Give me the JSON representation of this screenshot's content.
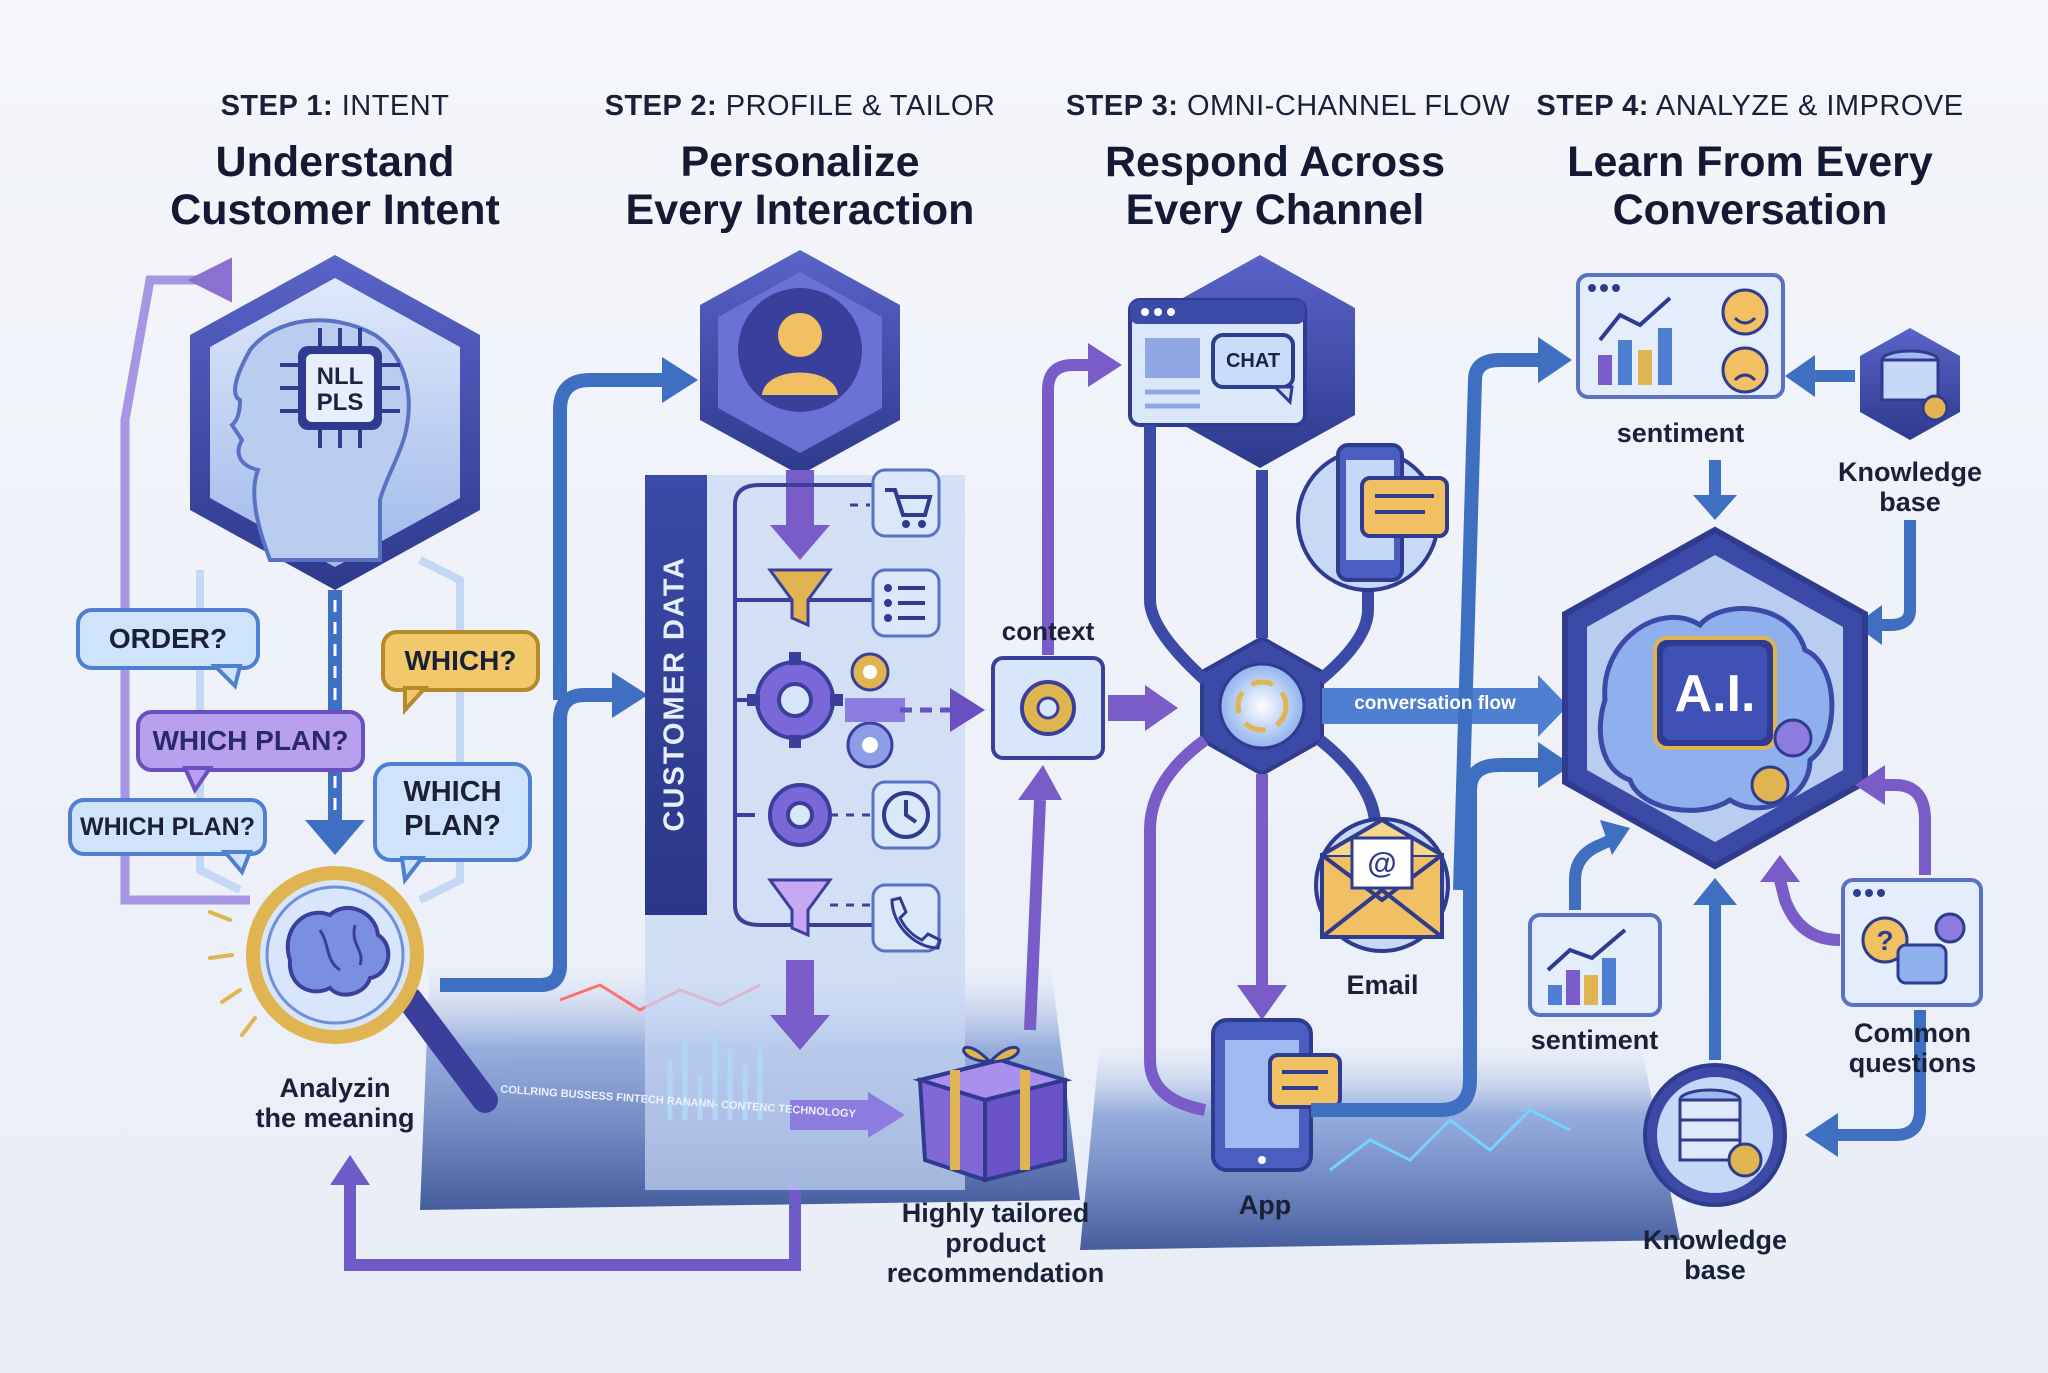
{
  "steps": [
    {
      "num": "STEP 1:",
      "name": "INTENT",
      "title_l1": "Understand",
      "title_l2": "Customer Intent"
    },
    {
      "num": "STEP 2:",
      "name": "PROFILE & TAILOR",
      "title_l1": "Personalize",
      "title_l2": "Every Interaction"
    },
    {
      "num": "STEP 3:",
      "name": "OMNI-CHANNEL FLOW",
      "title_l1": "Respond Across",
      "title_l2": "Every Channel"
    },
    {
      "num": "STEP 4:",
      "name": "ANALYZE & IMPROVE",
      "title_l1": "Learn From Every",
      "title_l2": "Conversation"
    }
  ],
  "step1": {
    "chip_l1": "NLL",
    "chip_l2": "PLS",
    "bubbles": [
      "ORDER?",
      "WHICH?",
      "WHICH PLAN?",
      "WHICH PLAN?",
      "WHICH",
      "PLAN?"
    ],
    "magnifier_l1": "Analyzin",
    "magnifier_l2": "the meaning"
  },
  "step2": {
    "panel_label": "CUSTOMER DATA",
    "context_label": "context",
    "gift_l1": "Highly tailored",
    "gift_l2": "product",
    "gift_l3": "recommendation",
    "screen_text": "COLLRING BUSSESS FINTECH RANANN- CONTENC TECHNOLOGY"
  },
  "step3": {
    "chat_label": "CHAT",
    "flow_label": "conversation flow",
    "email_label": "Email",
    "app_label": "App"
  },
  "step4": {
    "ai_label": "A.I.",
    "sentiment_top": "sentiment",
    "kb_top_l1": "Knowledge",
    "kb_top_l2": "base",
    "sentiment_bottom": "sentiment",
    "common_l1": "Common",
    "common_l2": "questions",
    "kb_bottom_l1": "Knowledge",
    "kb_bottom_l2": "base"
  },
  "colors": {
    "navy": "#2f3b8f",
    "blue": "#3f6fc0",
    "light_blue": "#cfe0f7",
    "purple": "#7a5cc9",
    "gold": "#e0b450",
    "lilac": "#b9a6ea"
  }
}
